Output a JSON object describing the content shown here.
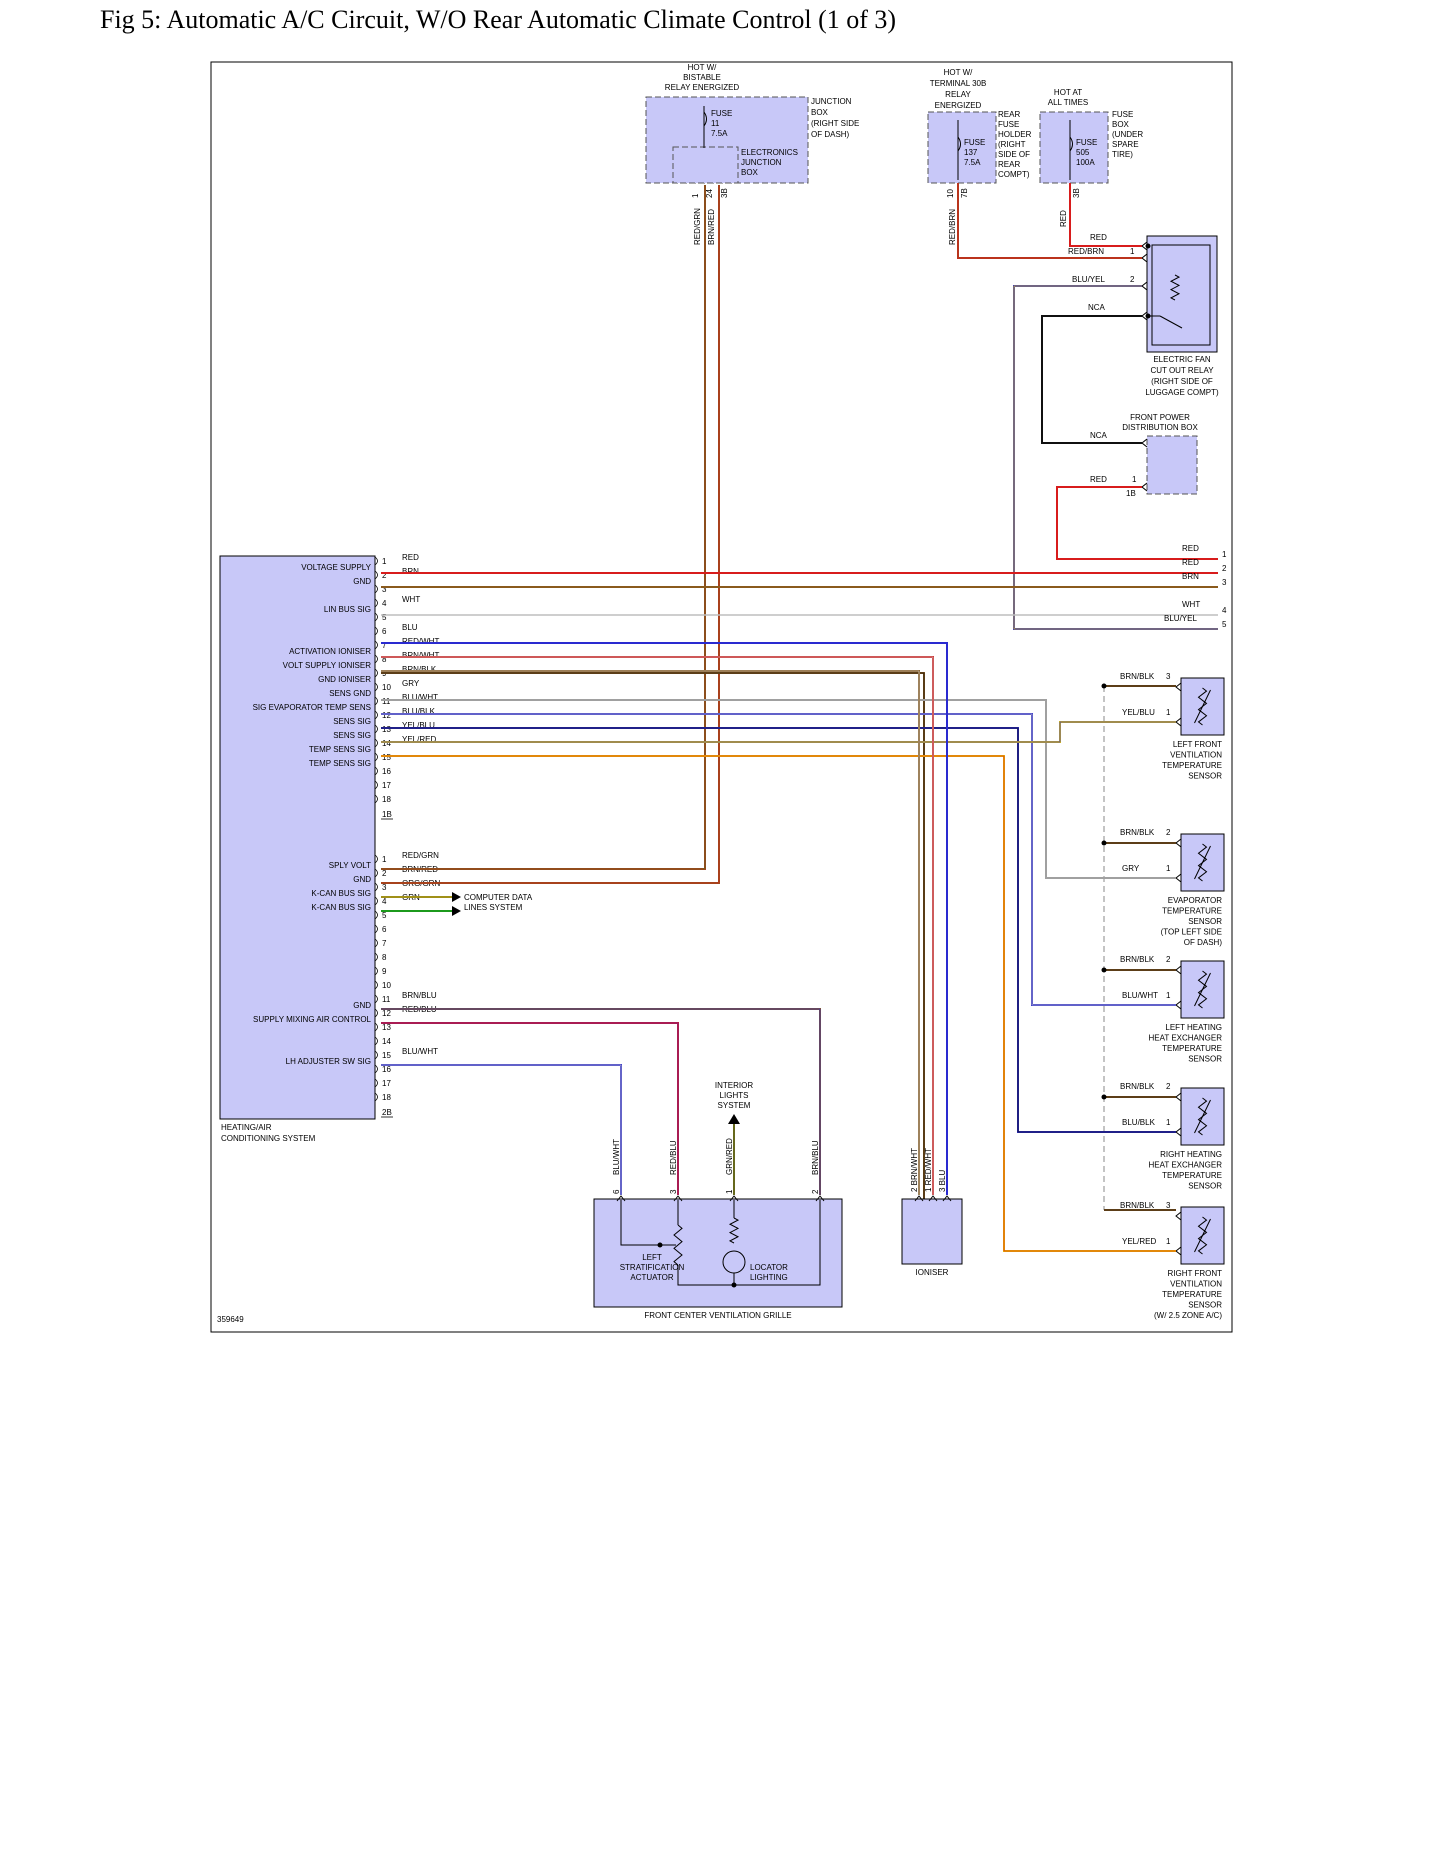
{
  "title": "Fig 5: Automatic A/C Circuit, W/O Rear Automatic Climate Control (1 of 3)",
  "image_id": "359649",
  "colors": {
    "component_fill": "#c8c8f8",
    "RED": "#d81c1c",
    "BRN": "#8a5a1c",
    "WHT": "#bdbdbd",
    "BLU": "#2a2ad0",
    "GRY": "#a0a0a0",
    "YEL": "#e8c800",
    "GRN": "#1c9a1c",
    "ORG": "#ef8a16",
    "BLK": "#101010",
    "PUR": "#7a1c8a"
  },
  "hvac": {
    "name": [
      "HEATING/AIR",
      "CONDITIONING SYSTEM"
    ],
    "c1_pins": [
      {
        "n": "1",
        "sig": "VOLTAGE SUPPLY",
        "wire": "RED"
      },
      {
        "n": "2",
        "sig": "GND",
        "wire": "BRN"
      },
      {
        "n": "3",
        "sig": "",
        "wire": ""
      },
      {
        "n": "4",
        "sig": "LIN BUS SIG",
        "wire": "WHT"
      },
      {
        "n": "5",
        "sig": "",
        "wire": ""
      },
      {
        "n": "6",
        "sig": "",
        "wire": "BLU"
      },
      {
        "n": "7",
        "sig": "ACTIVATION IONISER",
        "wire": "RED/WHT"
      },
      {
        "n": "8",
        "sig": "VOLT SUPPLY IONISER",
        "wire": "BRN/WHT"
      },
      {
        "n": "9",
        "sig": "GND IONISER",
        "wire": "BRN/BLK"
      },
      {
        "n": "10",
        "sig": "SENS GND",
        "wire": "GRY"
      },
      {
        "n": "11",
        "sig": "SIG EVAPORATOR TEMP SENS",
        "wire": "BLU/WHT"
      },
      {
        "n": "12",
        "sig": "SENS SIG",
        "wire": "BLU/BLK"
      },
      {
        "n": "13",
        "sig": "SENS SIG",
        "wire": "YEL/BLU"
      },
      {
        "n": "14",
        "sig": "TEMP SENS SIG",
        "wire": "YEL/RED"
      },
      {
        "n": "15",
        "sig": "TEMP SENS SIG",
        "wire": ""
      },
      {
        "n": "16",
        "sig": "",
        "wire": ""
      },
      {
        "n": "17",
        "sig": "",
        "wire": ""
      },
      {
        "n": "18",
        "sig": "",
        "wire": ""
      }
    ],
    "c1_label": "1B",
    "c2_pins": [
      {
        "n": "1",
        "sig": "SPLY VOLT",
        "wire": "RED/GRN"
      },
      {
        "n": "2",
        "sig": "GND",
        "wire": "BRN/RED"
      },
      {
        "n": "3",
        "sig": "K-CAN BUS SIG",
        "wire": "ORG/GRN"
      },
      {
        "n": "4",
        "sig": "K-CAN BUS SIG",
        "wire": "GRN"
      },
      {
        "n": "5",
        "sig": "",
        "wire": ""
      },
      {
        "n": "6",
        "sig": "",
        "wire": ""
      },
      {
        "n": "7",
        "sig": "",
        "wire": ""
      },
      {
        "n": "8",
        "sig": "",
        "wire": ""
      },
      {
        "n": "9",
        "sig": "",
        "wire": ""
      },
      {
        "n": "10",
        "sig": "",
        "wire": ""
      },
      {
        "n": "11",
        "sig": "GND",
        "wire": "BRN/BLU"
      },
      {
        "n": "12",
        "sig": "SUPPLY MIXING AIR CONTROL",
        "wire": "RED/BLU"
      },
      {
        "n": "13",
        "sig": "",
        "wire": ""
      },
      {
        "n": "14",
        "sig": "",
        "wire": ""
      },
      {
        "n": "15",
        "sig": "LH ADJUSTER SW SIG",
        "wire": "BLU/WHT"
      },
      {
        "n": "16",
        "sig": "",
        "wire": ""
      },
      {
        "n": "17",
        "sig": "",
        "wire": ""
      },
      {
        "n": "18",
        "sig": "",
        "wire": ""
      }
    ],
    "c2_label": "2B"
  },
  "computer_data": [
    "COMPUTER DATA",
    "LINES SYSTEM"
  ],
  "junction_box": {
    "hot": [
      "HOT W/",
      "BISTABLE",
      "RELAY ENERGIZED"
    ],
    "fuse": [
      "FUSE",
      "11",
      "7.5A"
    ],
    "name": [
      "JUNCTION",
      "BOX",
      "(RIGHT SIDE",
      "OF DASH)"
    ],
    "ejb": [
      "ELECTRONICS",
      "JUNCTION",
      "BOX"
    ],
    "pins": [
      "1",
      "24",
      "3B"
    ],
    "wires": [
      "RED/GRN",
      "BRN/RED"
    ]
  },
  "rear_fuse": {
    "hot": [
      "HOT W/",
      "TERMINAL 30B",
      "RELAY",
      "ENERGIZED"
    ],
    "fuse": [
      "FUSE",
      "137",
      "7.5A"
    ],
    "name": [
      "REAR",
      "FUSE",
      "HOLDER",
      "(RIGHT",
      "SIDE OF",
      "REAR",
      "COMPT)"
    ],
    "pins": [
      "10",
      "7B"
    ],
    "wire": "RED/BRN"
  },
  "fuse_box": {
    "hot": [
      "HOT AT",
      "ALL TIMES"
    ],
    "fuse": [
      "FUSE",
      "505",
      "100A"
    ],
    "name": [
      "FUSE",
      "BOX",
      "(UNDER",
      "SPARE",
      "TIRE)"
    ],
    "pin": "3B",
    "wire": "RED"
  },
  "relay": {
    "name": [
      "ELECTRIC FAN",
      "CUT OUT RELAY",
      "(RIGHT SIDE OF",
      "LUGGAGE COMPT)"
    ],
    "wires": [
      "RED",
      "RED/BRN",
      "BLU/YEL",
      "NCA"
    ],
    "pins": [
      "1",
      "2"
    ]
  },
  "fpdb": {
    "name": [
      "FRONT POWER",
      "DISTRIBUTION BOX"
    ],
    "wires": [
      "NCA",
      "RED"
    ],
    "pin": "1",
    "conn": "1B"
  },
  "right_edge": {
    "wires": [
      "RED",
      "RED",
      "BRN",
      "WHT",
      "BLU/YEL"
    ],
    "pins": [
      "1",
      "2",
      "3",
      "4",
      "5"
    ]
  },
  "sensors": [
    {
      "wires": [
        "BRN/BLK",
        "YEL/BLU"
      ],
      "pins": [
        "3",
        "1"
      ],
      "name": [
        "LEFT FRONT",
        "VENTILATION",
        "TEMPERATURE",
        "SENSOR"
      ]
    },
    {
      "wires": [
        "BRN/BLK",
        "GRY"
      ],
      "pins": [
        "2",
        "1"
      ],
      "name": [
        "EVAPORATOR",
        "TEMPERATURE",
        "SENSOR",
        "(TOP LEFT SIDE",
        "OF DASH)"
      ]
    },
    {
      "wires": [
        "BRN/BLK",
        "BLU/WHT"
      ],
      "pins": [
        "2",
        "1"
      ],
      "name": [
        "LEFT HEATING",
        "HEAT EXCHANGER",
        "TEMPERATURE",
        "SENSOR"
      ]
    },
    {
      "wires": [
        "BRN/BLK",
        "BLU/BLK"
      ],
      "pins": [
        "2",
        "1"
      ],
      "name": [
        "RIGHT HEATING",
        "HEAT EXCHANGER",
        "TEMPERATURE",
        "SENSOR"
      ]
    },
    {
      "wires": [
        "BRN/BLK",
        "YEL/RED"
      ],
      "pins": [
        "3",
        "1"
      ],
      "name": [
        "RIGHT FRONT",
        "VENTILATION",
        "TEMPERATURE",
        "SENSOR",
        "(W/ 2.5 ZONE A/C)"
      ]
    }
  ],
  "grille": {
    "name": "FRONT CENTER VENTILATION GRILLE",
    "actuator": [
      "LEFT",
      "STRATIFICATION",
      "ACTUATOR"
    ],
    "locator": [
      "LOCATOR",
      "LIGHTING"
    ],
    "interior": [
      "INTERIOR",
      "LIGHTS",
      "SYSTEM"
    ],
    "wires": [
      "BLU/WHT",
      "RED/BLU",
      "GRN/RED",
      "BRN/BLU"
    ],
    "pins": [
      "6",
      "3",
      "1",
      "2"
    ]
  },
  "ioniser": {
    "name": "IONISER",
    "wires": [
      "BRN/WHT",
      "RED/WHT",
      "BLU"
    ],
    "pins": [
      "2",
      "1",
      "3"
    ]
  }
}
